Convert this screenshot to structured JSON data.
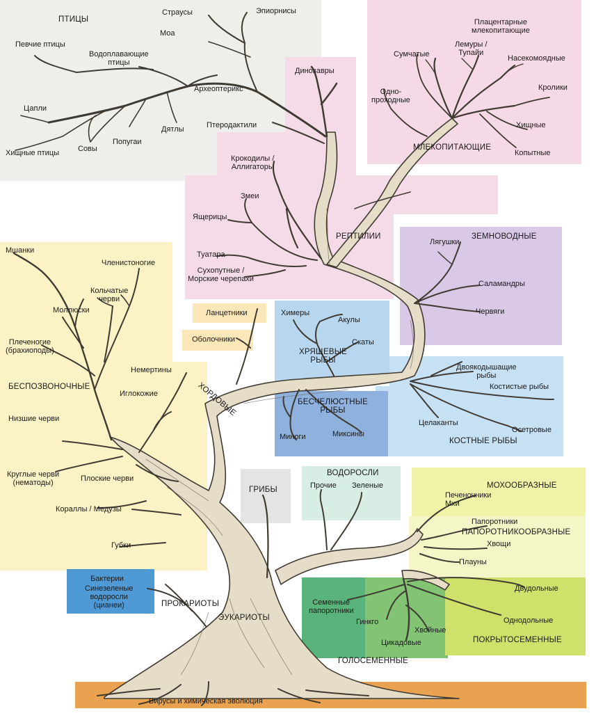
{
  "colors": {
    "birds": "#eeeeea",
    "mammals": "#f6d9e6",
    "reptiles": "#f5dbe8",
    "invertebrates": "#fbf3c6",
    "chordates": "#fbe7b8",
    "amphibians": "#d9c9e6",
    "cartilaginous": "#b8d7ef",
    "jawless": "#8fb1de",
    "bony": "#c6e0f4",
    "fungi": "#e4e4e4",
    "algae": "#d8eee4",
    "mosses": "#eef3a8",
    "ferns": "#f4f6c8",
    "gymnosperms": "#5ab37a",
    "angiosperms": "#cfe16a",
    "prokaryotes": "#4f9ad4",
    "ground": "#e8a250",
    "bark": "#e6ddc8",
    "bark_line": "#3f3a32"
  },
  "labels": {
    "birds_group": "ПТИЦЫ",
    "ostriches": "Страусы",
    "aepyornis": "Эпиорнисы",
    "moa": "Моа",
    "songbirds": "Певчие птицы",
    "waterfowl": "Водоплавающие\nптицы",
    "archaeopteryx": "Археоптерикс",
    "herons": "Цапли",
    "owls": "Совы",
    "parrots": "Попугаи",
    "woodpeckers": "Дятлы",
    "raptors": "Хищные птицы",
    "dinosaurs": "Динозавры",
    "pterodactyls": "Птеродактили",
    "crocodiles": "Крокодилы /\nАллигаторы",
    "snakes": "Змеи",
    "lizards": "Ящерицы",
    "tuatara": "Туатара",
    "turtles": "Сухопутные /\nМорские черепахи",
    "reptiles_group": "РЕПТИЛИИ",
    "placentals": "Плацентарные\nмлекопитающие",
    "marsupials": "Сумчатые",
    "lemurs": "Лемуры /\nТупайи",
    "insectivores": "Насекомоядные",
    "monotremes": "Одно-\nпроходные",
    "rabbits": "Кролики",
    "carnivores": "Хищные",
    "mammals_group": "МЛЕКОПИТАЮЩИЕ",
    "ungulates": "Копытные",
    "bryozoa": "Мшанки",
    "arthropods": "Членистоногие",
    "annelids": "Кольчатые\nчерви",
    "molluscs": "Моллюски",
    "brachiopods": "Плеченогие\n(брахиоподы)",
    "invertebrates_group": "БЕСПОЗВОНОЧНЫЕ",
    "nemerteans": "Немертины",
    "echinoderms": "Иглокожие",
    "lower_worms": "Низшие черви",
    "roundworms": "Круглые черви\n(нематоды)",
    "flatworms": "Плоские черви",
    "corals": "Кораллы / Медузы",
    "sponges": "Губки",
    "lancelets": "Ланцетники",
    "tunicates": "Оболочники",
    "chordates_group": "ХОРДОВЫЕ",
    "amphibians_group": "ЗЕМНОВОДНЫЕ",
    "frogs": "Лягушки",
    "salamanders": "Саламандры",
    "caecilians": "Червяги",
    "chimaeras": "Химеры",
    "sharks": "Акулы",
    "rays": "Скаты",
    "cartilaginous_group": "ХРЯЩЕВЫЕ\nРЫБЫ",
    "lungfish": "Двоякодышащие\nрыбы",
    "teleosts": "Костистые рыбы",
    "jawless_group": "БЕСЧЕЛЮСТНЫЕ\nРЫБЫ",
    "lampreys": "Миноги",
    "hagfish": "Миксины",
    "coelacanths": "Целаканты",
    "sturgeons": "Осетровые",
    "bony_group": "КОСТНЫЕ РЫБЫ",
    "fungi_group": "ГРИБЫ",
    "algae_group": "ВОДОРОСЛИ",
    "other_algae": "Прочие",
    "green_algae": "Зеленые",
    "mosses_group": "МОХООБРАЗНЫЕ",
    "liverworts": "Печеночники\nМхи",
    "ferns_small": "Папоротники",
    "ferns_group": "ПАПОРОТНИКООБРАЗНЫЕ",
    "horsetails": "Хвощи",
    "clubmosses": "Плауны",
    "bacteria": "Бактерии",
    "cyanobacteria": "Синезеленые\nводоросли\n(цианеи)",
    "prokaryotes_group": "ПРОКАРИОТЫ",
    "eukaryotes_group": "ЭУКАРИОТЫ",
    "seed_ferns": "Семенные\nпапоротники",
    "ginkgo": "Гинкго",
    "conifers": "Хвойные",
    "cycads": "Цикадовые",
    "dicots": "Двудольные",
    "monocots": "Однодольные",
    "angiosperms_group": "ПОКРЫТОСЕМЕННЫЕ",
    "gymnosperms_group": "ГОЛОСЕМЕННЫЕ",
    "viruses": "Вирусы и химическая эволюция"
  }
}
